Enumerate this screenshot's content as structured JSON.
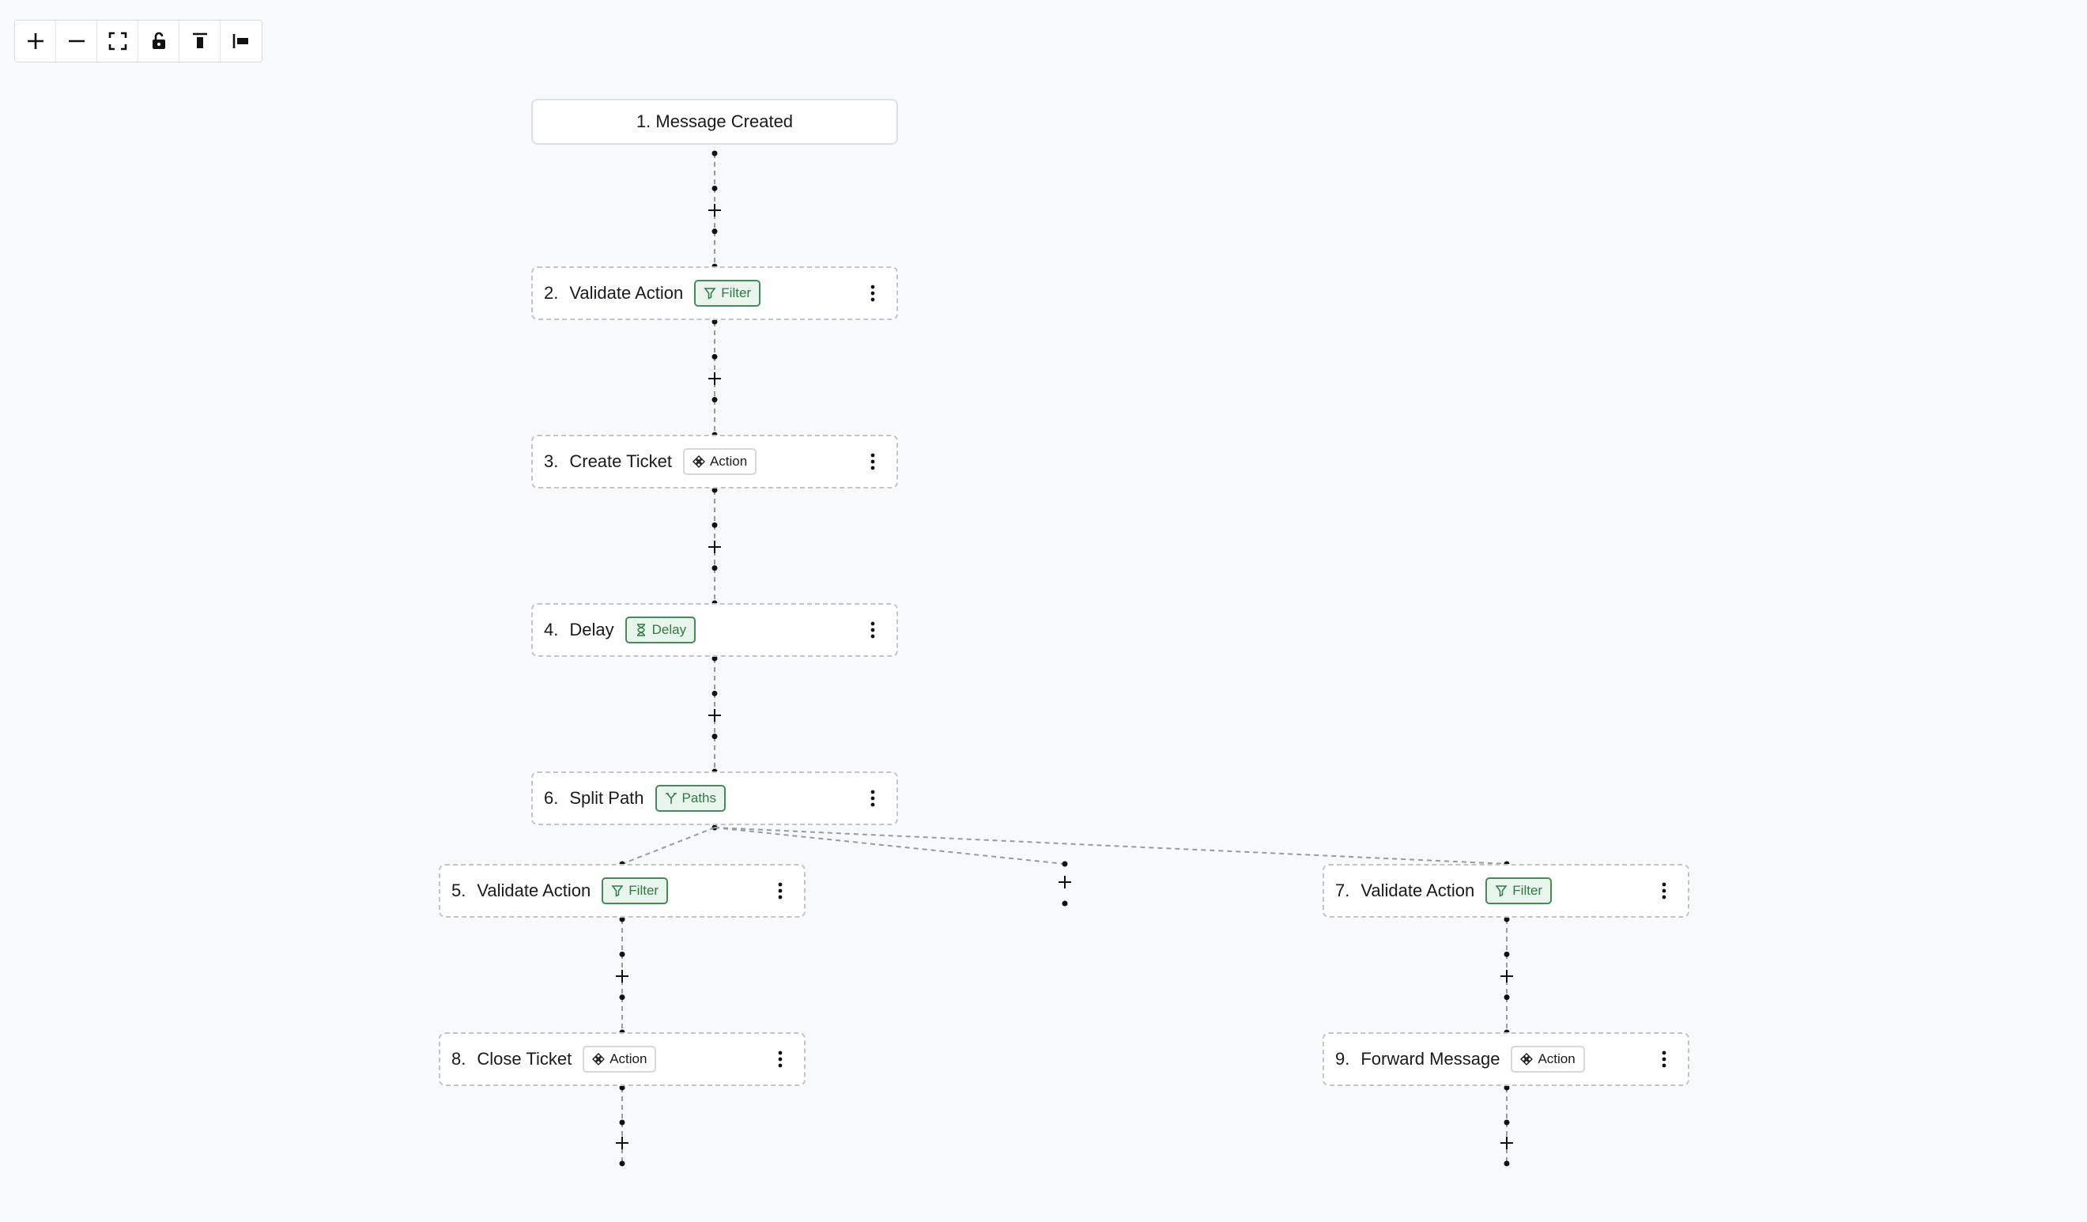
{
  "toolbar": {
    "buttons": [
      {
        "name": "zoom-in-button",
        "icon": "plus-icon"
      },
      {
        "name": "zoom-out-button",
        "icon": "minus-icon"
      },
      {
        "name": "fit-view-button",
        "icon": "fullscreen-icon"
      },
      {
        "name": "lock-button",
        "icon": "lock-icon"
      },
      {
        "name": "align-top-button",
        "icon": "align-top-icon"
      },
      {
        "name": "align-left-button",
        "icon": "align-left-icon"
      }
    ]
  },
  "workflow": {
    "trigger": {
      "label": "1. Message Created"
    },
    "steps": [
      {
        "id": "n2",
        "num": "2.",
        "title": "Validate Action",
        "badge": "Filter",
        "badge_icon": "filter-icon",
        "badge_style": "green"
      },
      {
        "id": "n3",
        "num": "3.",
        "title": "Create Ticket",
        "badge": "Action",
        "badge_icon": "action-icon",
        "badge_style": "plain"
      },
      {
        "id": "n4",
        "num": "4.",
        "title": "Delay",
        "badge": "Delay",
        "badge_icon": "hourglass-icon",
        "badge_style": "green"
      },
      {
        "id": "n6",
        "num": "6.",
        "title": "Split Path",
        "badge": "Paths",
        "badge_icon": "paths-icon",
        "badge_style": "green"
      },
      {
        "id": "n5",
        "num": "5.",
        "title": "Validate Action",
        "badge": "Filter",
        "badge_icon": "filter-icon",
        "badge_style": "green"
      },
      {
        "id": "n7",
        "num": "7.",
        "title": "Validate Action",
        "badge": "Filter",
        "badge_icon": "filter-icon",
        "badge_style": "green"
      },
      {
        "id": "n8",
        "num": "8.",
        "title": "Close Ticket",
        "badge": "Action",
        "badge_icon": "action-icon",
        "badge_style": "plain"
      },
      {
        "id": "n9",
        "num": "9.",
        "title": "Forward Message",
        "badge": "Action",
        "badge_icon": "action-icon",
        "badge_style": "plain"
      }
    ]
  },
  "colors": {
    "background": "#f8f9fa",
    "filter_green": "#3f8f55",
    "edge": "#9a9a9a"
  }
}
